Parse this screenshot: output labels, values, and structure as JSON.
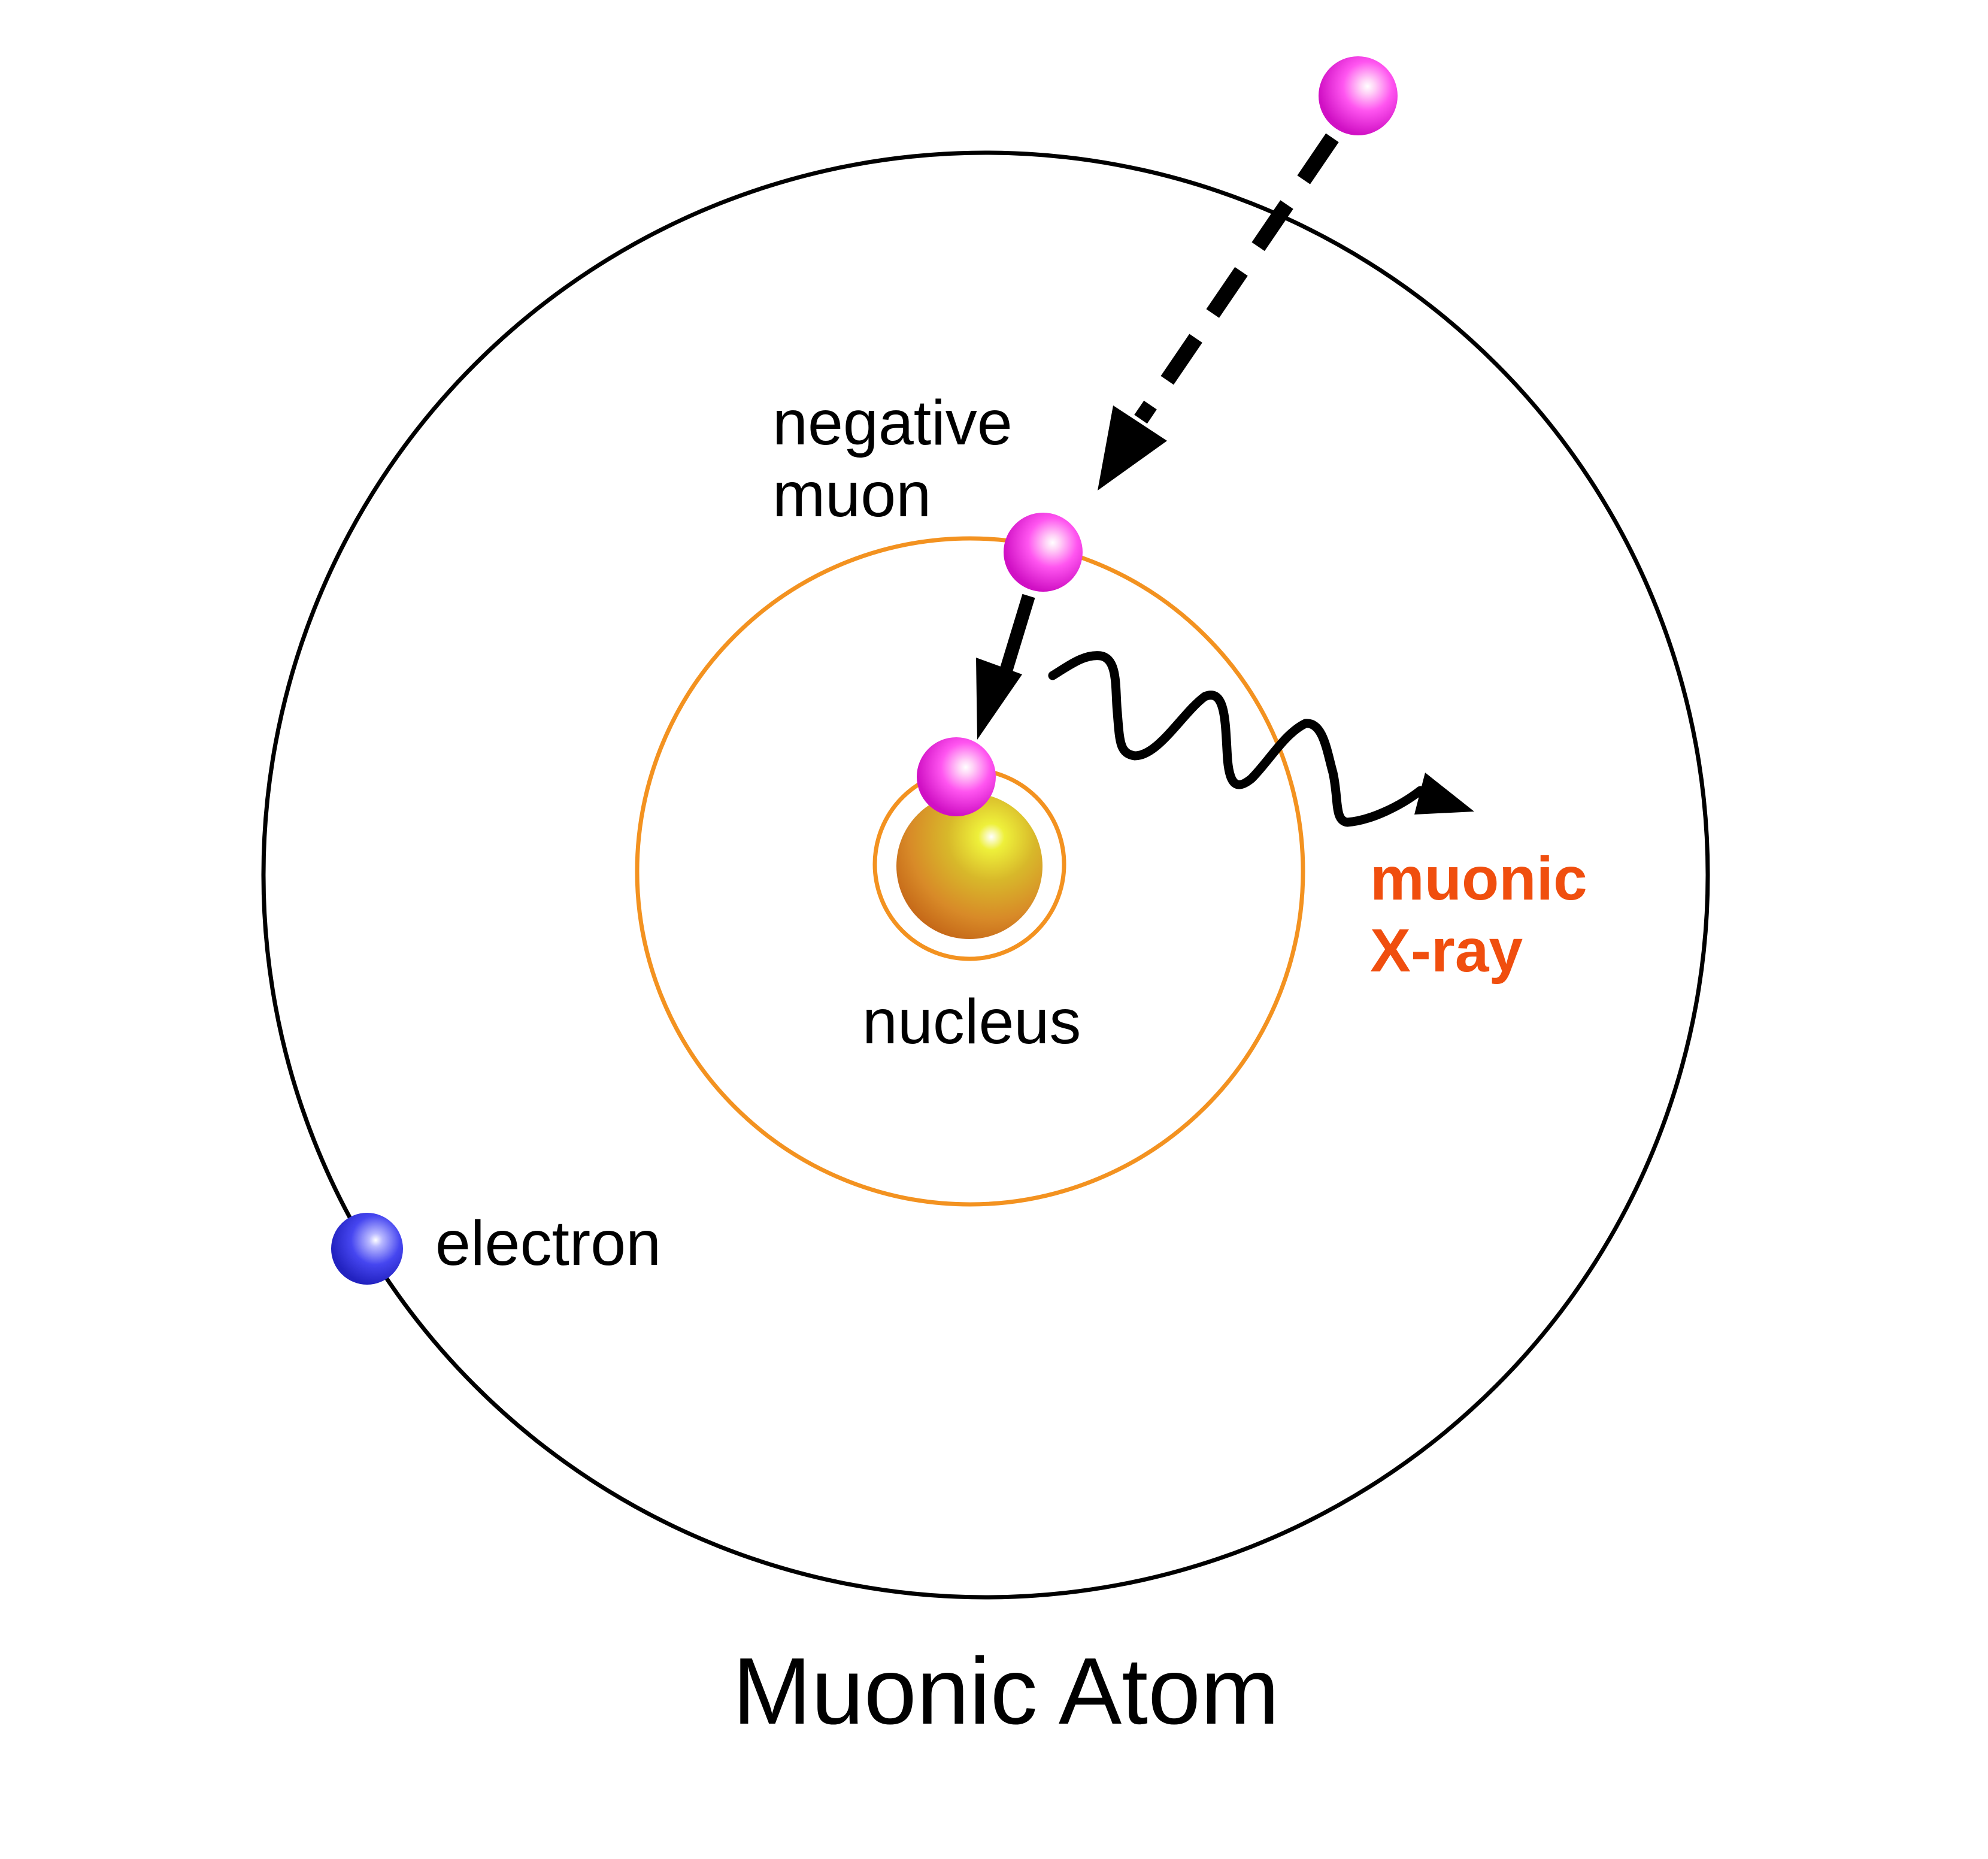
{
  "diagram": {
    "title": "Muonic Atom",
    "labels": {
      "negative_muon_line1": "negative",
      "negative_muon_line2": "muon",
      "nucleus": "nucleus",
      "electron": "electron",
      "xray_line1": "muonic",
      "xray_line2": "X-ray"
    },
    "colors": {
      "outer_orbit": "#000000",
      "muon_orbit": "#f39220",
      "muon": "#ff33ee",
      "electron": "#3a3ae8",
      "nucleus": "#d8962a",
      "xray_label": "#f04e0e",
      "arrows": "#000000"
    }
  }
}
